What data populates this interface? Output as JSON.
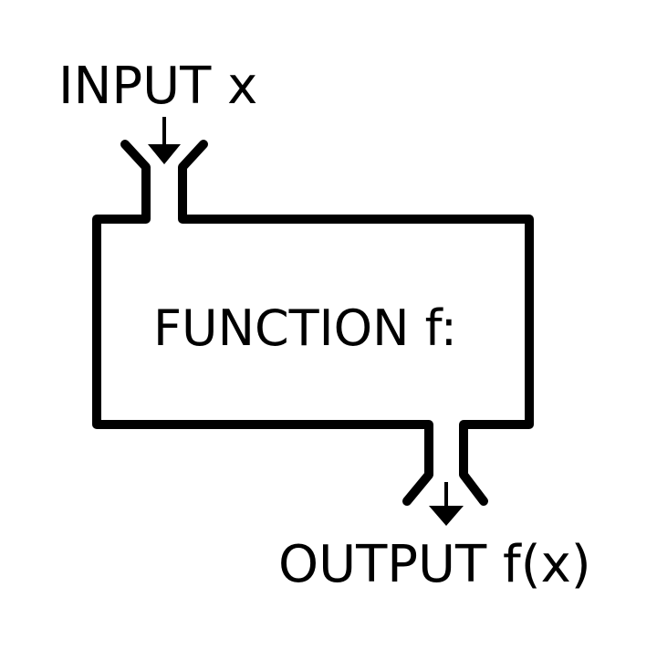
{
  "diagram": {
    "input_label": "INPUT x",
    "function_label": "FUNCTION f:",
    "output_label": "OUTPUT f(x)"
  },
  "colors": {
    "stroke": "#000000",
    "background": "#ffffff"
  }
}
